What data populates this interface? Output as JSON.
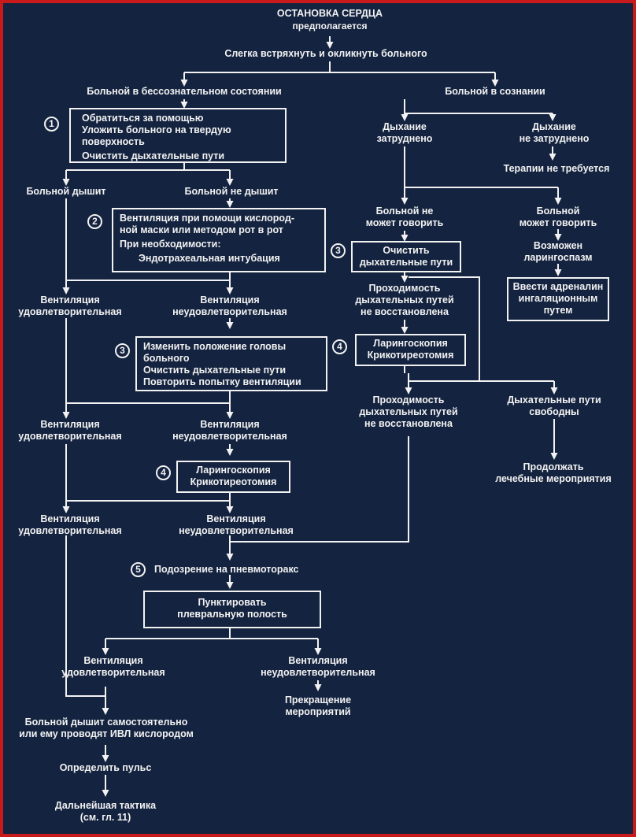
{
  "colors": {
    "background": "#14233f",
    "frame": "#c81a1a",
    "ink": "#f2f2f2"
  },
  "title": "ОСТАНОВКА СЕРДЦА",
  "subtitle": "предполагается",
  "shake": "Слегка встряхнуть и окликнуть больного",
  "unconscious": "Больной в бессознательном состоянии",
  "conscious": "Больной в сознании",
  "step_numbers": {
    "n1": "1",
    "n2": "2",
    "n3": "3",
    "n4": "4",
    "n5": "5"
  },
  "box1": [
    "Обратиться за помощью",
    "Уложить больного на твердую",
    "поверхность",
    "Очистить дыхательные пути"
  ],
  "breathes": "Больной дышит",
  "not_breathes": "Больной не дышит",
  "box2": [
    "Вентиляция при помощи кислород-",
    "ной маски или методом рот в рот",
    "При необходимости:",
    "Эндотрахеальная интубация"
  ],
  "vent_ok": [
    "Вентиляция",
    "удовлетворительная"
  ],
  "vent_bad": [
    "Вентиляция",
    "неудовлетворительная"
  ],
  "box3": [
    "Изменить положение головы",
    "больного",
    "Очистить дыхательные пути",
    "Повторить попытку вентиляции"
  ],
  "box4": [
    "Ларингоскопия",
    "Крикотиреотомия"
  ],
  "pneumo": "Подозрение на пневмоторакс",
  "box5": [
    "Пунктировать",
    "плевральную полость"
  ],
  "stop": [
    "Прекращение",
    "мероприятий"
  ],
  "self_breath": [
    "Больной дышит самостоятельно",
    "или ему проводят ИВЛ кислородом"
  ],
  "pulse": "Определить пульс",
  "further": [
    "Дальнейшая тактика",
    "(см. гл. 11)"
  ],
  "breath_hard": [
    "Дыхание",
    "затруднено"
  ],
  "breath_easy": [
    "Дыхание",
    "не затруднено"
  ],
  "no_therapy": "Терапии не требуется",
  "cant_speak": [
    "Больной не",
    "может говорить"
  ],
  "can_speak": [
    "Больной",
    "может говорить"
  ],
  "laryngospasm": [
    "Возможен",
    "ларингоспазм"
  ],
  "adrenaline": [
    "Ввести адреналин",
    "ингаляционным",
    "путем"
  ],
  "clear_airway": [
    "Очистить",
    "дыхательные пути"
  ],
  "airway_not_restored": [
    "Проходимость",
    "дыхательных путей",
    "не восстановлена"
  ],
  "airway_free": [
    "Дыхательные пути",
    "свободны"
  ],
  "continue": [
    "Продолжать",
    "лечебные мероприятия"
  ]
}
